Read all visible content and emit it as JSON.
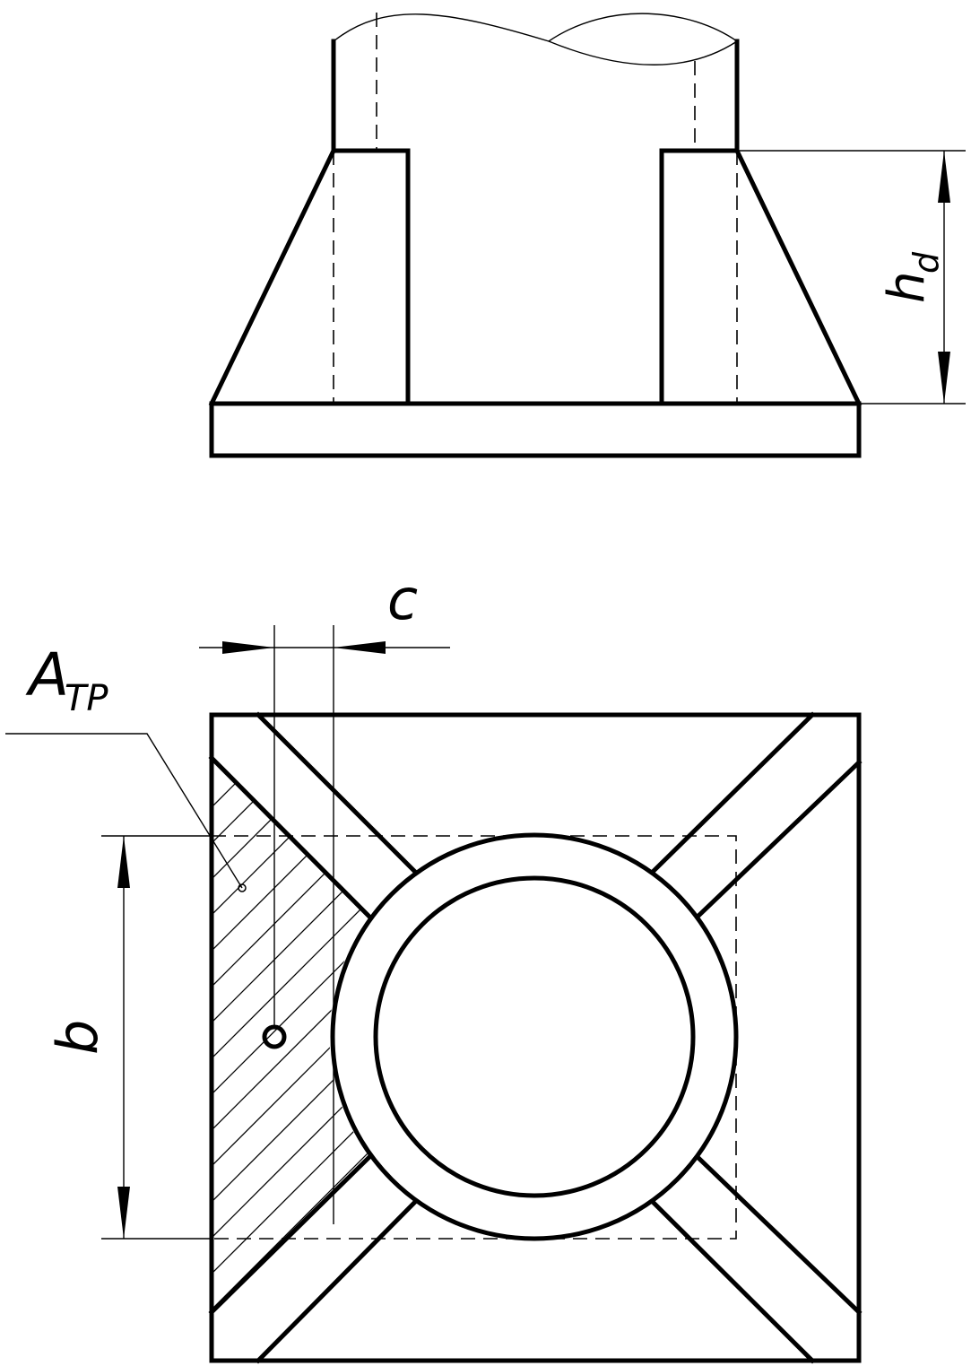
{
  "labels": {
    "height_dim": "h",
    "height_dim_sub": "d",
    "gap_dim": "c",
    "width_dim": "b",
    "area_label": "A",
    "area_label_sub": "TP"
  },
  "colors": {
    "line": "#000000",
    "background": "#ffffff"
  }
}
